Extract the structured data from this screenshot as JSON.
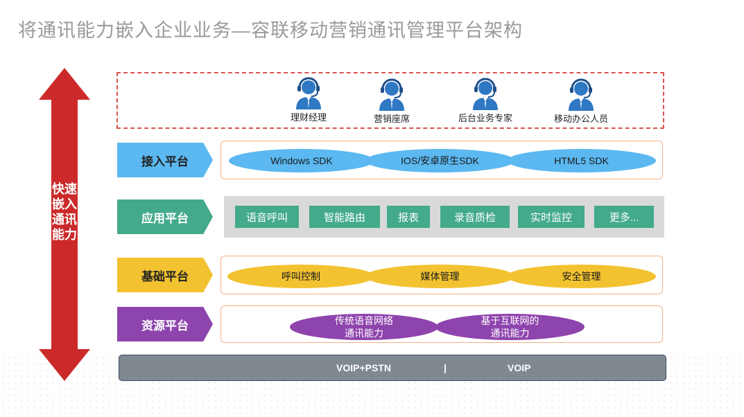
{
  "title": "将通讯能力嵌入企业业务—容联移动营销通讯管理平台架构",
  "side_arrow": {
    "lines": [
      "快速",
      "嵌入",
      "通讯",
      "能力"
    ]
  },
  "people": [
    {
      "label": "理财经理",
      "icon": "headset-agent-icon"
    },
    {
      "label": "营销座席",
      "icon": "headset-agent-icon"
    },
    {
      "label": "后台业务专家",
      "icon": "headset-agent-icon"
    },
    {
      "label": "移动办公人员",
      "icon": "headset-agent-icon"
    }
  ],
  "rows": {
    "access": {
      "label": "接入平台",
      "color": "#5bb8f0",
      "items": [
        "Windows SDK",
        "IOS/安卓原生SDK",
        "HTML5 SDK"
      ]
    },
    "application": {
      "label": "应用平台",
      "color": "#43aa8b",
      "items": [
        "语音呼叫",
        "智能路由",
        "报表",
        "录音质检",
        "实时监控",
        "更多..."
      ]
    },
    "base": {
      "label": "基础平台",
      "color": "#f2c230",
      "items": [
        "呼叫控制",
        "媒体管理",
        "安全管理"
      ]
    },
    "resource": {
      "label": "资源平台",
      "color": "#8e44ad",
      "items": [
        {
          "line1": "传统语音网络",
          "line2": "通讯能力"
        },
        {
          "line1": "基于互联网的",
          "line2": "通讯能力"
        }
      ]
    }
  },
  "bottom": {
    "left": "VOIP+PSTN",
    "sep": "|",
    "right": "VOIP"
  },
  "colors": {
    "arrow": "#cc2a2a",
    "dashed_border": "#d9534f",
    "row_border": "#f4b183",
    "bottom_bar": "#808890"
  }
}
